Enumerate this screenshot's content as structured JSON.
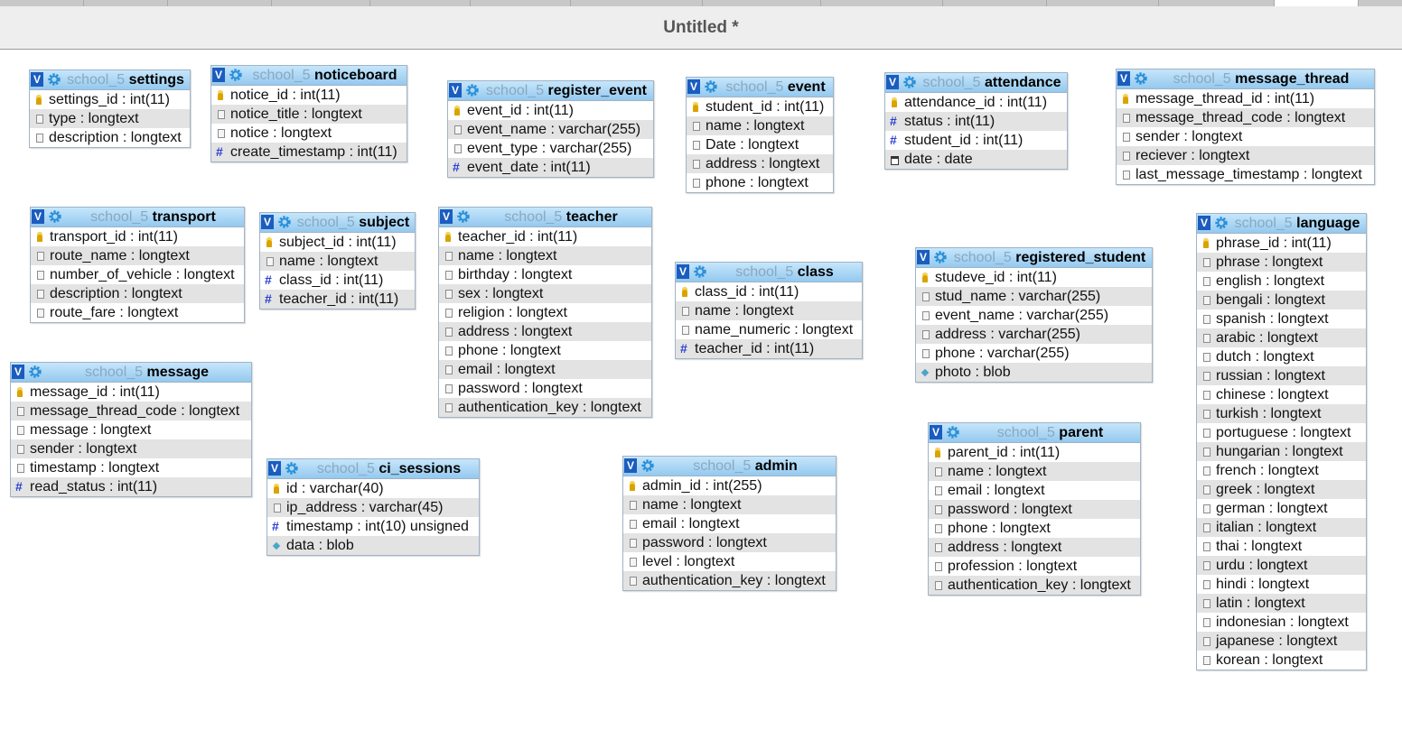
{
  "window": {
    "title": "Untitled *"
  },
  "icons": {
    "toggle": "toggle-v-icon",
    "options": "gear-icon",
    "primary": "primary-key-icon",
    "text": "text-field-icon",
    "numeric": "numeric-field-icon",
    "date": "date-field-icon",
    "blob": "blob-field-icon"
  },
  "colors": {
    "header_top": "#c6e6fb",
    "header_bottom": "#94c9ef",
    "toggle": "#1b5dbf",
    "db_name": "#8aa8bf",
    "row_alt": "#e3e3e3"
  },
  "toggle_label": "V",
  "tables": [
    {
      "db": "school_5",
      "name": "settings",
      "fields": [
        {
          "label": "settings_id : int(11)",
          "icon": "key"
        },
        {
          "label": "type : longtext",
          "icon": "txt"
        },
        {
          "label": "description : longtext",
          "icon": "txt"
        }
      ]
    },
    {
      "db": "school_5",
      "name": "noticeboard",
      "fields": [
        {
          "label": "notice_id : int(11)",
          "icon": "key"
        },
        {
          "label": "notice_title : longtext",
          "icon": "txt"
        },
        {
          "label": "notice : longtext",
          "icon": "txt"
        },
        {
          "label": "create_timestamp : int(11)",
          "icon": "num"
        }
      ]
    },
    {
      "db": "school_5",
      "name": "register_event",
      "fields": [
        {
          "label": "event_id : int(11)",
          "icon": "key"
        },
        {
          "label": "event_name : varchar(255)",
          "icon": "txt"
        },
        {
          "label": "event_type : varchar(255)",
          "icon": "txt"
        },
        {
          "label": "event_date : int(11)",
          "icon": "num"
        }
      ]
    },
    {
      "db": "school_5",
      "name": "event",
      "fields": [
        {
          "label": "student_id : int(11)",
          "icon": "key"
        },
        {
          "label": "name : longtext",
          "icon": "txt"
        },
        {
          "label": "Date : longtext",
          "icon": "txt"
        },
        {
          "label": "address : longtext",
          "icon": "txt"
        },
        {
          "label": "phone : longtext",
          "icon": "txt"
        }
      ]
    },
    {
      "db": "school_5",
      "name": "attendance",
      "fields": [
        {
          "label": "attendance_id : int(11)",
          "icon": "key"
        },
        {
          "label": "status : int(11)",
          "icon": "num"
        },
        {
          "label": "student_id : int(11)",
          "icon": "num"
        },
        {
          "label": "date : date",
          "icon": "date"
        }
      ]
    },
    {
      "db": "school_5",
      "name": "message_thread",
      "fields": [
        {
          "label": "message_thread_id : int(11)",
          "icon": "key"
        },
        {
          "label": "message_thread_code : longtext",
          "icon": "txt"
        },
        {
          "label": "sender : longtext",
          "icon": "txt"
        },
        {
          "label": "reciever : longtext",
          "icon": "txt"
        },
        {
          "label": "last_message_timestamp : longtext",
          "icon": "txt"
        }
      ]
    },
    {
      "db": "school_5",
      "name": "transport",
      "fields": [
        {
          "label": "transport_id : int(11)",
          "icon": "key"
        },
        {
          "label": "route_name : longtext",
          "icon": "txt"
        },
        {
          "label": "number_of_vehicle : longtext",
          "icon": "txt"
        },
        {
          "label": "description : longtext",
          "icon": "txt"
        },
        {
          "label": "route_fare : longtext",
          "icon": "txt"
        }
      ]
    },
    {
      "db": "school_5",
      "name": "subject",
      "fields": [
        {
          "label": "subject_id : int(11)",
          "icon": "key"
        },
        {
          "label": "name : longtext",
          "icon": "txt"
        },
        {
          "label": "class_id : int(11)",
          "icon": "num"
        },
        {
          "label": "teacher_id : int(11)",
          "icon": "num"
        }
      ]
    },
    {
      "db": "school_5",
      "name": "teacher",
      "fields": [
        {
          "label": "teacher_id : int(11)",
          "icon": "key"
        },
        {
          "label": "name : longtext",
          "icon": "txt"
        },
        {
          "label": "birthday : longtext",
          "icon": "txt"
        },
        {
          "label": "sex : longtext",
          "icon": "txt"
        },
        {
          "label": "religion : longtext",
          "icon": "txt"
        },
        {
          "label": "address : longtext",
          "icon": "txt"
        },
        {
          "label": "phone : longtext",
          "icon": "txt"
        },
        {
          "label": "email : longtext",
          "icon": "txt"
        },
        {
          "label": "password : longtext",
          "icon": "txt"
        },
        {
          "label": "authentication_key : longtext",
          "icon": "txt"
        }
      ]
    },
    {
      "db": "school_5",
      "name": "class",
      "fields": [
        {
          "label": "class_id : int(11)",
          "icon": "key"
        },
        {
          "label": "name : longtext",
          "icon": "txt"
        },
        {
          "label": "name_numeric : longtext",
          "icon": "txt"
        },
        {
          "label": "teacher_id : int(11)",
          "icon": "num"
        }
      ]
    },
    {
      "db": "school_5",
      "name": "registered_student",
      "fields": [
        {
          "label": "studeve_id : int(11)",
          "icon": "key"
        },
        {
          "label": "stud_name : varchar(255)",
          "icon": "txt"
        },
        {
          "label": "event_name : varchar(255)",
          "icon": "txt"
        },
        {
          "label": "address : varchar(255)",
          "icon": "txt"
        },
        {
          "label": "phone : varchar(255)",
          "icon": "txt"
        },
        {
          "label": "photo : blob",
          "icon": "blob"
        }
      ]
    },
    {
      "db": "school_5",
      "name": "language",
      "fields": [
        {
          "label": "phrase_id : int(11)",
          "icon": "key"
        },
        {
          "label": "phrase : longtext",
          "icon": "txt"
        },
        {
          "label": "english : longtext",
          "icon": "txt"
        },
        {
          "label": "bengali : longtext",
          "icon": "txt"
        },
        {
          "label": "spanish : longtext",
          "icon": "txt"
        },
        {
          "label": "arabic : longtext",
          "icon": "txt"
        },
        {
          "label": "dutch : longtext",
          "icon": "txt"
        },
        {
          "label": "russian : longtext",
          "icon": "txt"
        },
        {
          "label": "chinese : longtext",
          "icon": "txt"
        },
        {
          "label": "turkish : longtext",
          "icon": "txt"
        },
        {
          "label": "portuguese : longtext",
          "icon": "txt"
        },
        {
          "label": "hungarian : longtext",
          "icon": "txt"
        },
        {
          "label": "french : longtext",
          "icon": "txt"
        },
        {
          "label": "greek : longtext",
          "icon": "txt"
        },
        {
          "label": "german : longtext",
          "icon": "txt"
        },
        {
          "label": "italian : longtext",
          "icon": "txt"
        },
        {
          "label": "thai : longtext",
          "icon": "txt"
        },
        {
          "label": "urdu : longtext",
          "icon": "txt"
        },
        {
          "label": "hindi : longtext",
          "icon": "txt"
        },
        {
          "label": "latin : longtext",
          "icon": "txt"
        },
        {
          "label": "indonesian : longtext",
          "icon": "txt"
        },
        {
          "label": "japanese : longtext",
          "icon": "txt"
        },
        {
          "label": "korean : longtext",
          "icon": "txt"
        }
      ]
    },
    {
      "db": "school_5",
      "name": "message",
      "fields": [
        {
          "label": "message_id : int(11)",
          "icon": "key"
        },
        {
          "label": "message_thread_code : longtext",
          "icon": "txt"
        },
        {
          "label": "message : longtext",
          "icon": "txt"
        },
        {
          "label": "sender : longtext",
          "icon": "txt"
        },
        {
          "label": "timestamp : longtext",
          "icon": "txt"
        },
        {
          "label": "read_status : int(11)",
          "icon": "num"
        }
      ]
    },
    {
      "db": "school_5",
      "name": "ci_sessions",
      "fields": [
        {
          "label": "id : varchar(40)",
          "icon": "key"
        },
        {
          "label": "ip_address : varchar(45)",
          "icon": "txt"
        },
        {
          "label": "timestamp : int(10) unsigned",
          "icon": "num"
        },
        {
          "label": "data : blob",
          "icon": "blob"
        }
      ]
    },
    {
      "db": "school_5",
      "name": "admin",
      "fields": [
        {
          "label": "admin_id : int(255)",
          "icon": "key"
        },
        {
          "label": "name : longtext",
          "icon": "txt"
        },
        {
          "label": "email : longtext",
          "icon": "txt"
        },
        {
          "label": "password : longtext",
          "icon": "txt"
        },
        {
          "label": "level : longtext",
          "icon": "txt"
        },
        {
          "label": "authentication_key : longtext",
          "icon": "txt"
        }
      ]
    },
    {
      "db": "school_5",
      "name": "parent",
      "fields": [
        {
          "label": "parent_id : int(11)",
          "icon": "key"
        },
        {
          "label": "name : longtext",
          "icon": "txt"
        },
        {
          "label": "email : longtext",
          "icon": "txt"
        },
        {
          "label": "password : longtext",
          "icon": "txt"
        },
        {
          "label": "phone : longtext",
          "icon": "txt"
        },
        {
          "label": "address : longtext",
          "icon": "txt"
        },
        {
          "label": "profession : longtext",
          "icon": "txt"
        },
        {
          "label": "authentication_key : longtext",
          "icon": "txt"
        }
      ]
    }
  ]
}
